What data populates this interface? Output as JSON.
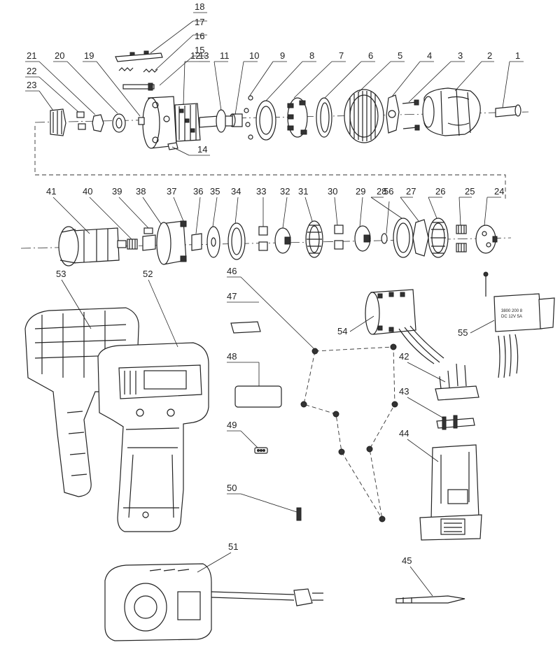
{
  "labels": {
    "p1": "1",
    "p2": "2",
    "p3": "3",
    "p4": "4",
    "p5": "5",
    "p6": "6",
    "p7": "7",
    "p8": "8",
    "p9": "9",
    "p10": "10",
    "p11": "11",
    "p12": "12",
    "p13": "13",
    "p14": "14",
    "p15": "15",
    "p16": "16",
    "p17": "17",
    "p18": "18",
    "p19": "19",
    "p20": "20",
    "p21": "21",
    "p22": "22",
    "p23": "23",
    "p24": "24",
    "p25": "25",
    "p26": "26",
    "p27": "27",
    "p28": "28",
    "p29": "29",
    "p30": "30",
    "p31": "31",
    "p32": "32",
    "p33": "33",
    "p34": "34",
    "p35": "35",
    "p36": "36",
    "p37": "37",
    "p38": "38",
    "p39": "39",
    "p40": "40",
    "p41": "41",
    "p42": "42",
    "p43": "43",
    "p44": "44",
    "p45": "45",
    "p46": "46",
    "p47": "47",
    "p48": "48",
    "p49": "49",
    "p50": "50",
    "p51": "51",
    "p52": "52",
    "p53": "53",
    "p54": "54",
    "p55": "55",
    "p56": "56"
  },
  "switch_text": "3800 200 8\nDC 12V 5A"
}
